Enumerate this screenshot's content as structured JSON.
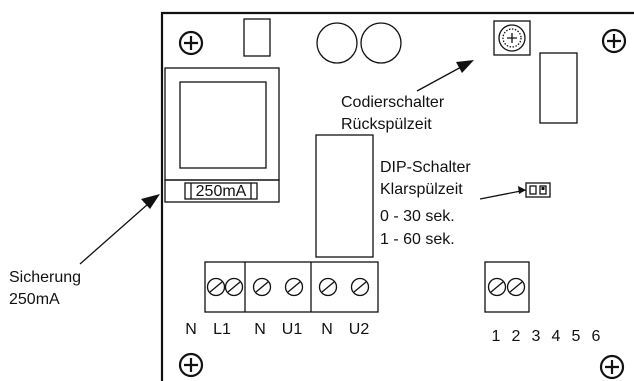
{
  "labels": {
    "codierschalter_line1": "Codierschalter",
    "codierschalter_line2": "Rückspülzeit",
    "dip_line1": "DIP-Schalter",
    "dip_line2": "Klarspülzeit",
    "dip_line3": "0 - 30 sek.",
    "dip_line4": "1 - 60 sek.",
    "sicherung_line1": "Sicherung",
    "sicherung_line2": "250mA",
    "fuse_value": "250mA"
  },
  "terminals_left": [
    "N",
    "L1",
    "N",
    "U1",
    "N",
    "U2"
  ],
  "terminals_right": [
    "1",
    "2",
    "3",
    "4",
    "5",
    "6"
  ]
}
